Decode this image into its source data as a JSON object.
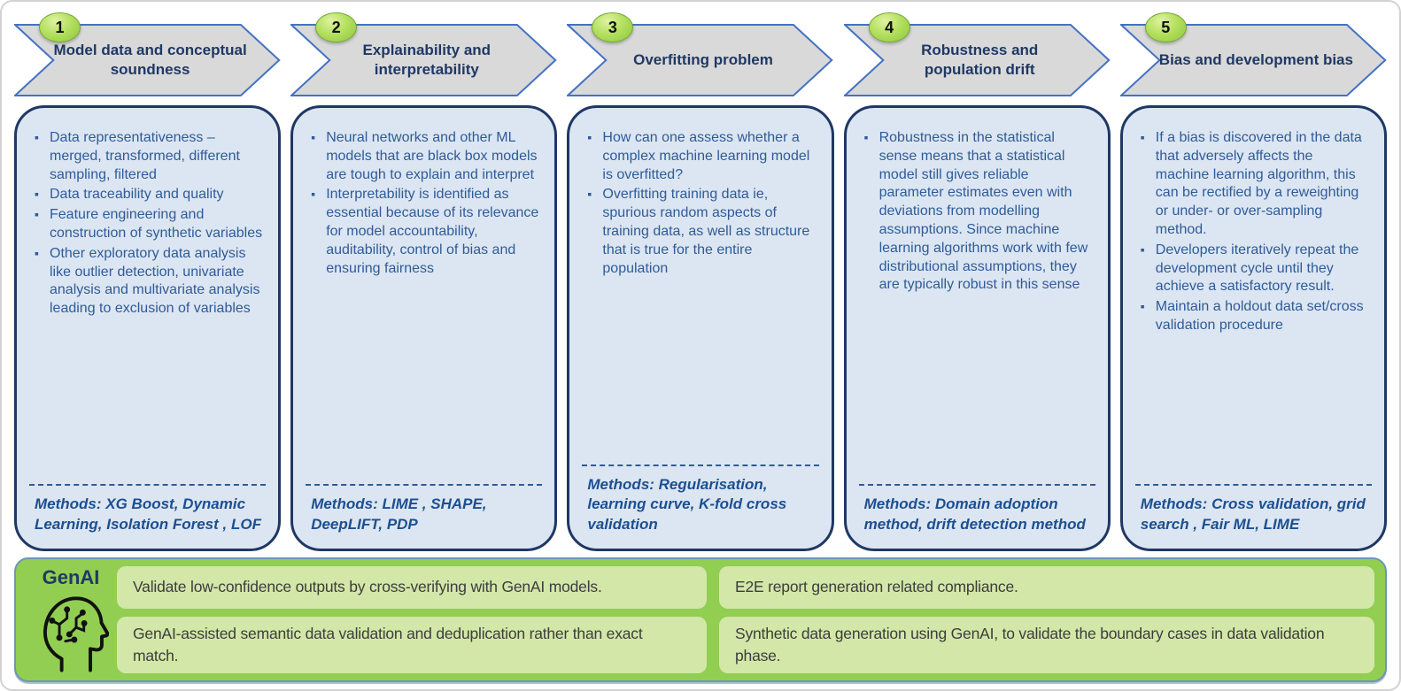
{
  "steps": [
    {
      "number": "1",
      "title": "Model data and conceptual soundness",
      "bullets": [
        "Data representativeness – merged, transformed, different sampling, filtered",
        "Data traceability and quality",
        "Feature engineering and construction of synthetic variables",
        "Other exploratory data analysis like outlier detection, univariate analysis and multivariate analysis leading to exclusion of variables"
      ],
      "methods": "Methods: XG Boost, Dynamic Learning, Isolation Forest , LOF"
    },
    {
      "number": "2",
      "title": "Explainability and interpretability",
      "bullets": [
        "Neural networks and other ML models that are black box models are tough to explain and interpret",
        "Interpretability is identified as essential because of its relevance for model accountability, auditability, control of bias and ensuring fairness"
      ],
      "methods": "Methods: LIME , SHAPE, DeepLIFT, PDP"
    },
    {
      "number": "3",
      "title": "Overfitting problem",
      "bullets": [
        "How can one assess whether a complex machine learning model is overfitted?",
        "Overfitting training data ie, spurious random aspects of training data, as well as structure that is true for the entire population"
      ],
      "methods": "Methods: Regularisation, learning curve, K-fold cross validation"
    },
    {
      "number": "4",
      "title": "Robustness and population drift",
      "bullets": [
        "Robustness in the statistical sense means that a statistical model still gives reliable parameter estimates even with deviations from modelling assumptions. Since machine learning algorithms work with few distributional assumptions, they are typically robust in this sense"
      ],
      "methods": "Methods: Domain adoption method, drift detection method"
    },
    {
      "number": "5",
      "title": "Bias and development bias",
      "bullets": [
        "If a bias is discovered in the data that adversely affects the machine learning algorithm, this can be rectified by a reweighting or under- or over-sampling method.",
        "Developers iteratively repeat the development cycle until they achieve a satisfactory result.",
        "Maintain a holdout data set/cross validation procedure"
      ],
      "methods": "Methods: Cross validation, grid search , Fair ML, LIME"
    }
  ],
  "genai": {
    "label": "GenAI",
    "icon": "genai-head-circuit-icon",
    "items": [
      "Validate low-confidence outputs by cross-verifying with GenAI models.",
      "GenAI-assisted semantic data validation and deduplication rather than exact match.",
      "E2E report generation related compliance.",
      "Synthetic data generation using GenAI, to validate the boundary cases in data validation phase."
    ]
  },
  "colors": {
    "chevron_fill": "#d9d9d9",
    "chevron_border": "#4472c4",
    "title_text": "#1f3864",
    "body_fill": "#dce6f2",
    "body_border": "#1f3864",
    "bullet_text": "#2f5b98",
    "methods_text": "#1c4f91",
    "badge_green": "#8cc63e",
    "genai_panel": "#92ce51",
    "genai_item": "#d3e7a8",
    "genai_item_text": "#3d3d3d"
  }
}
